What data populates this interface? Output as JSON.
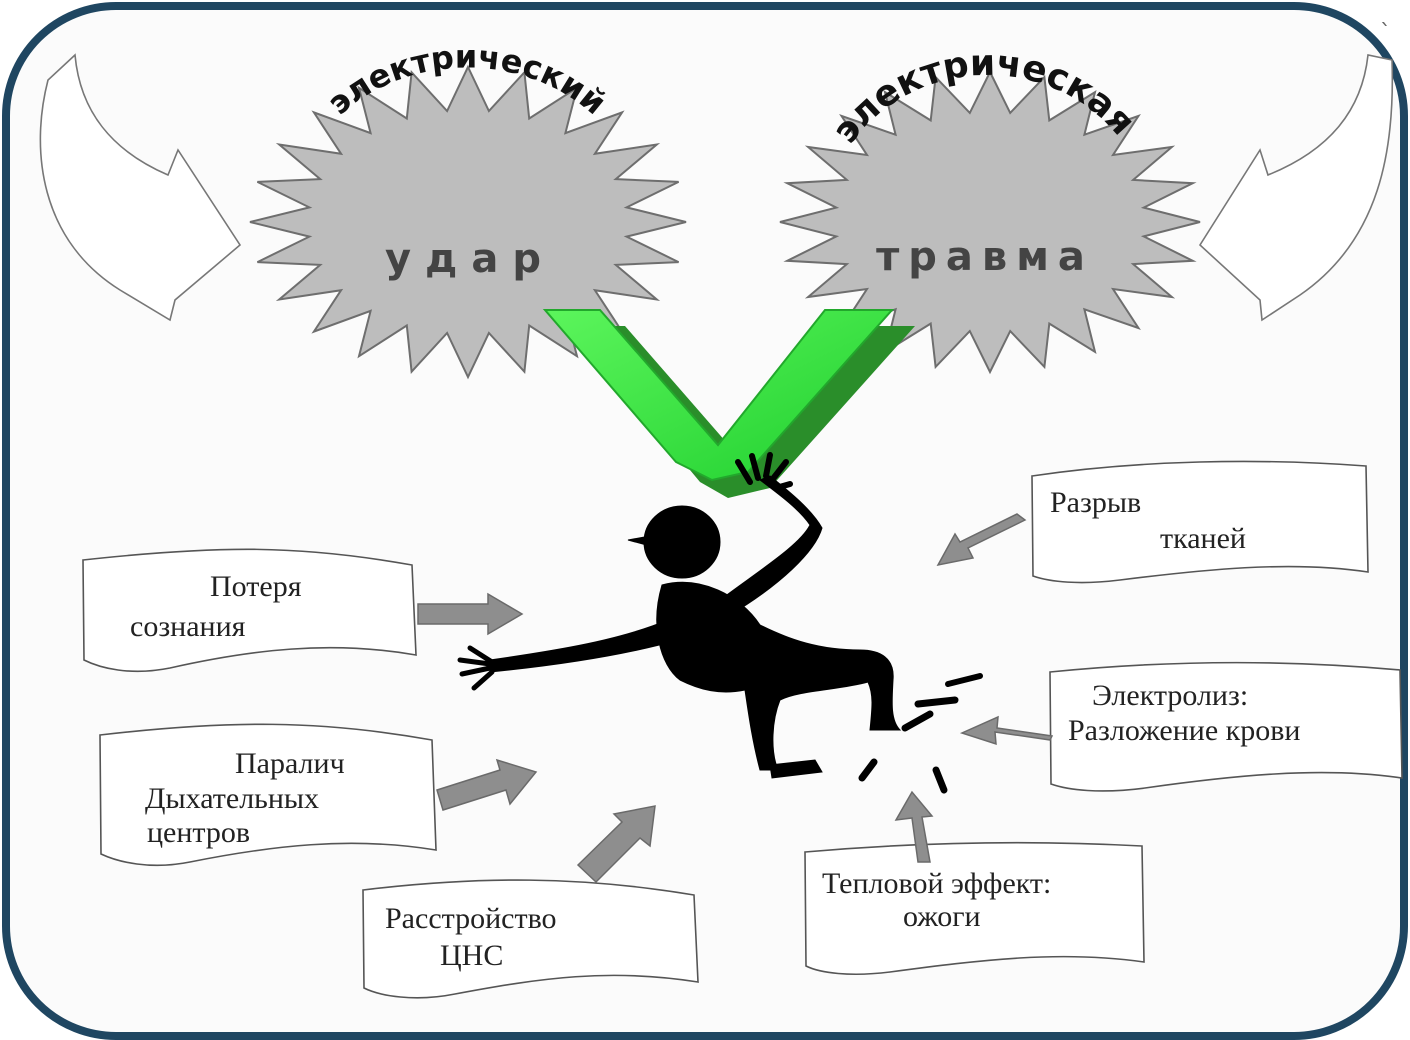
{
  "stars": {
    "left": {
      "arc": "электрический",
      "word": "удар"
    },
    "right": {
      "arc": "электрическая",
      "word": "травма"
    }
  },
  "effects": {
    "loss_consciousness": [
      "Потеря",
      "сознания"
    ],
    "paralysis": [
      "Паралич",
      "Дыхательных",
      "центров"
    ],
    "cns_disorder": [
      "Расстройство",
      "ЦНС"
    ],
    "tissue_rupture": [
      "Разрыв",
      "тканей"
    ],
    "electrolysis": [
      "Электролиз:",
      "Разложение крови"
    ],
    "thermal": [
      "Тепловой  эффект:",
      "ожоги"
    ]
  },
  "colors": {
    "frame": "#1f4661",
    "star": "#bdbdbd",
    "green_arrow": "#3ee84a",
    "gray_arrow": "#8e8e8e"
  }
}
